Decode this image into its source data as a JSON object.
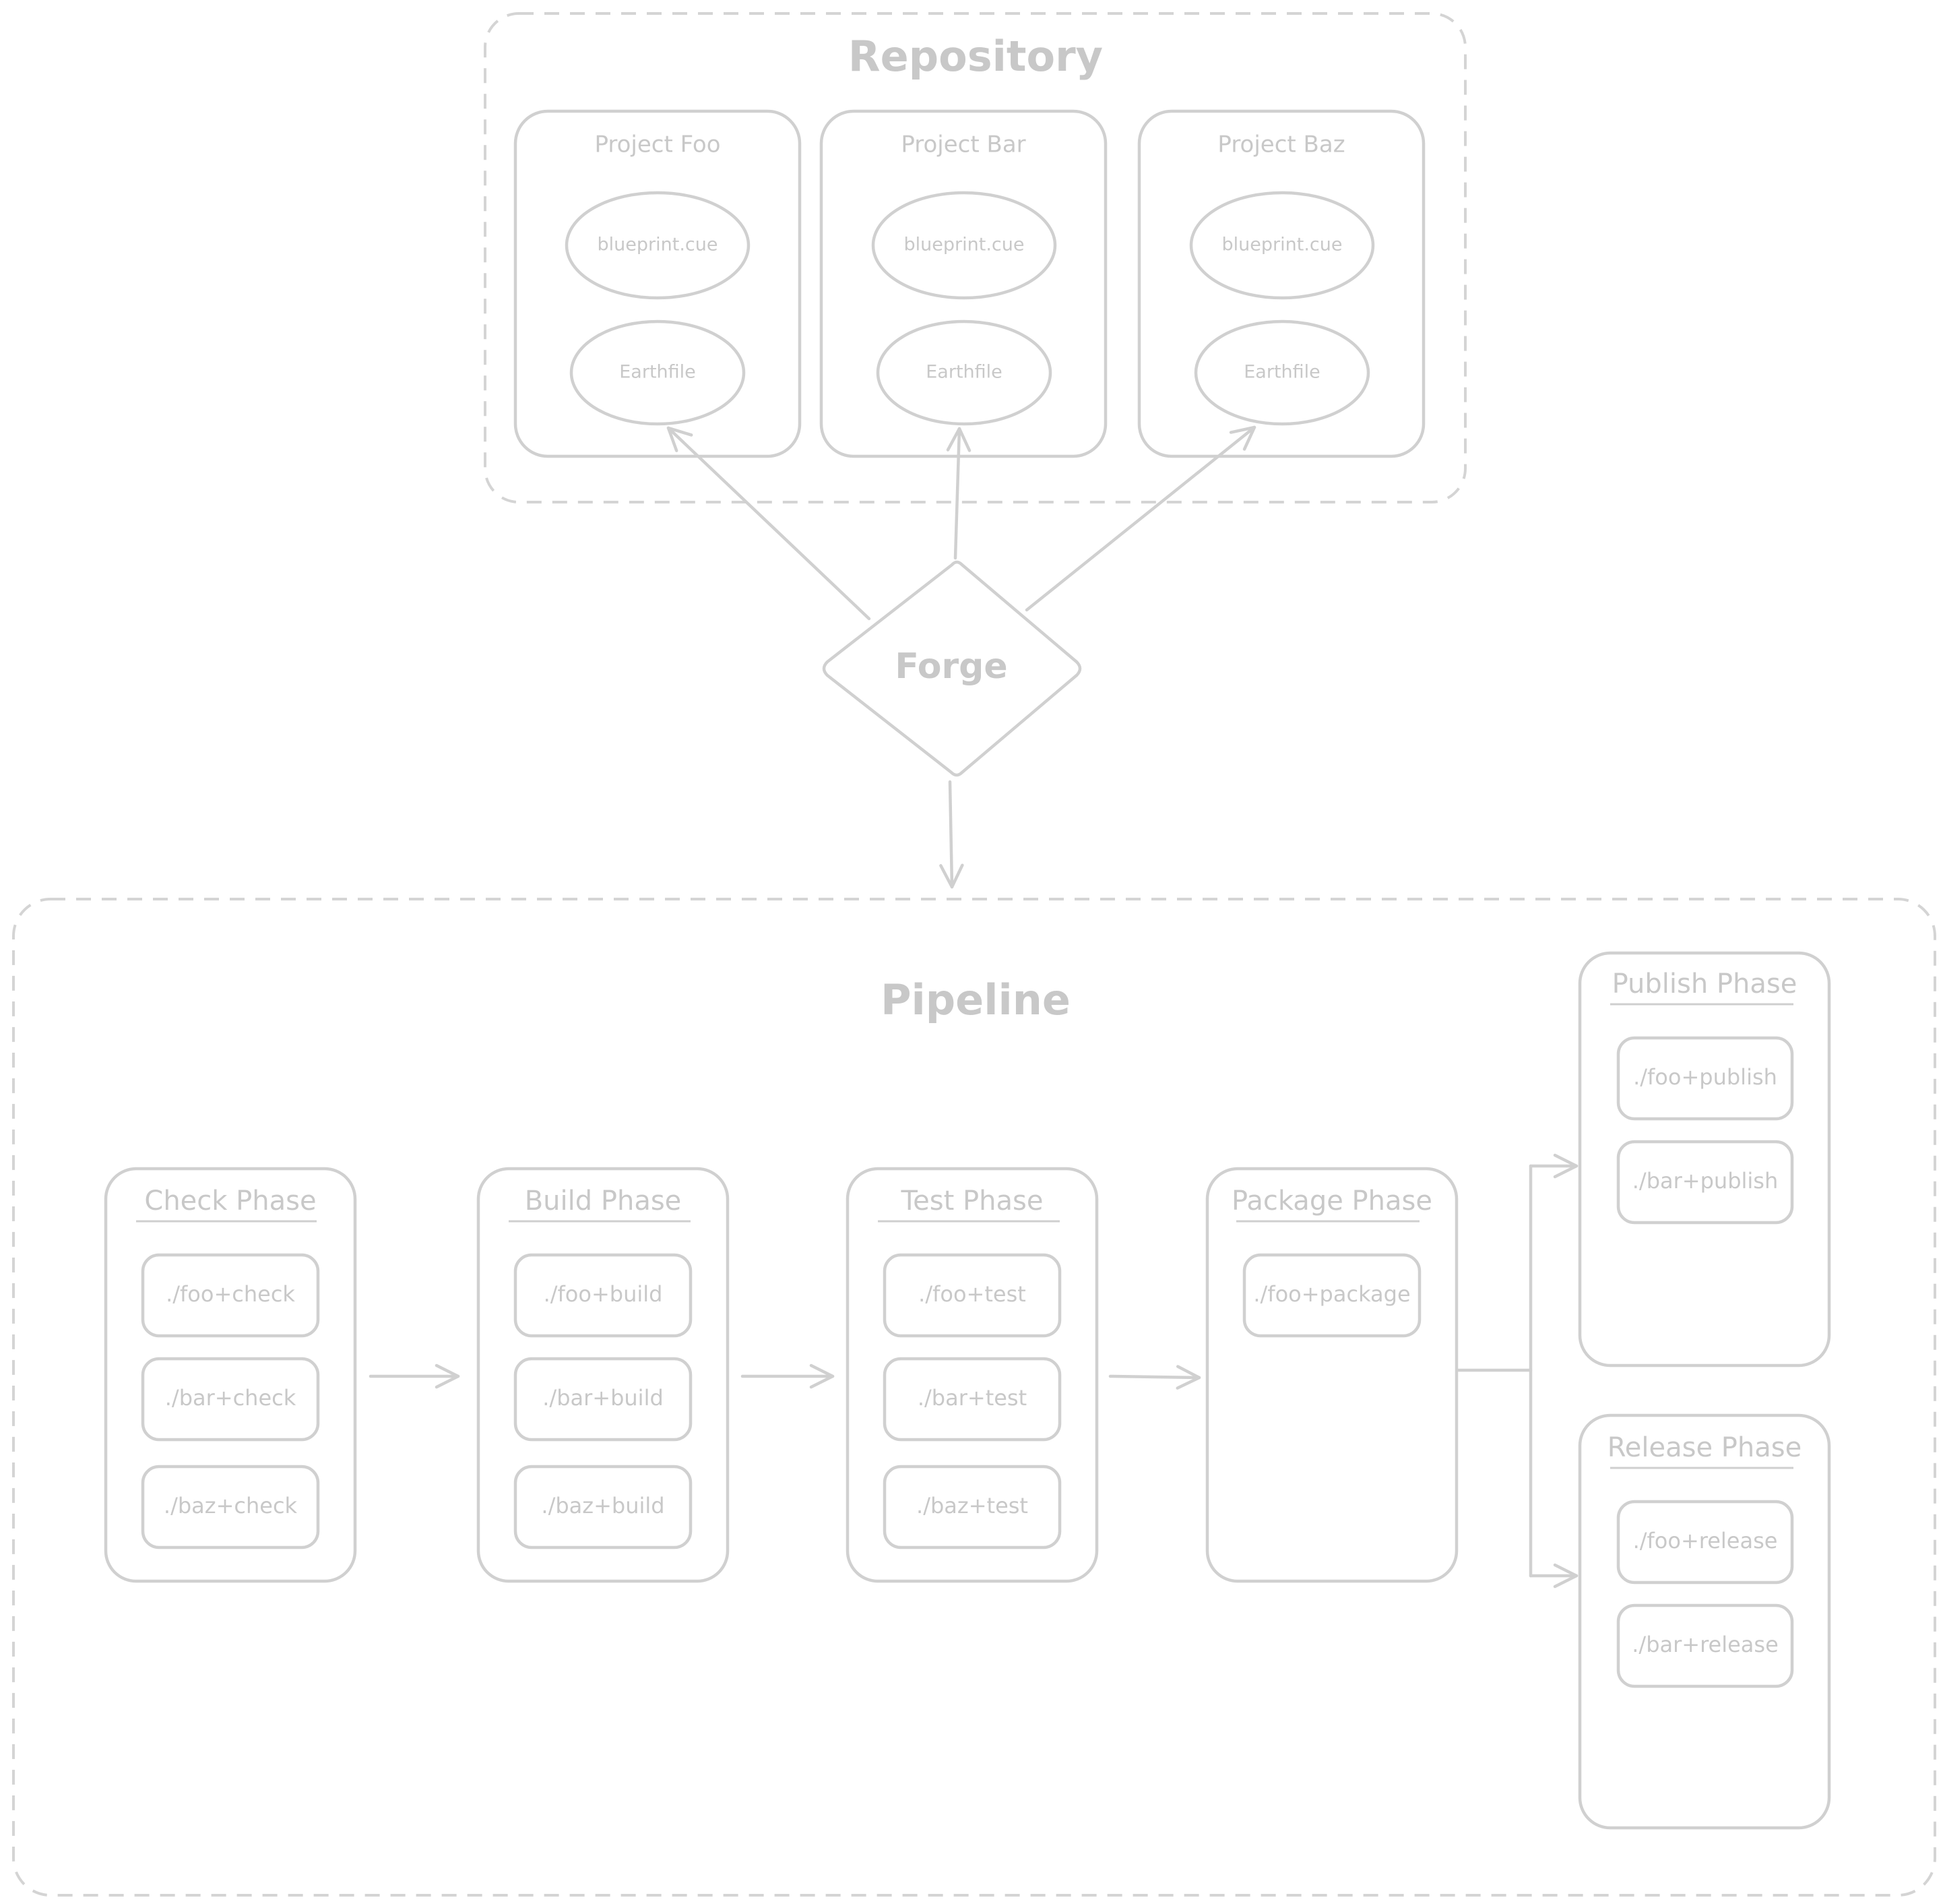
{
  "repository": {
    "title": "Repository",
    "projects": [
      {
        "name": "Project Foo",
        "files": [
          "blueprint.cue",
          "Earthfile"
        ]
      },
      {
        "name": "Project Bar",
        "files": [
          "blueprint.cue",
          "Earthfile"
        ]
      },
      {
        "name": "Project Baz",
        "files": [
          "blueprint.cue",
          "Earthfile"
        ]
      }
    ]
  },
  "forge": {
    "label": "Forge"
  },
  "pipeline": {
    "title": "Pipeline",
    "phases": [
      {
        "name": "Check Phase",
        "jobs": [
          "./foo+check",
          "./bar+check",
          "./baz+check"
        ]
      },
      {
        "name": "Build Phase",
        "jobs": [
          "./foo+build",
          "./bar+build",
          "./baz+build"
        ]
      },
      {
        "name": "Test Phase",
        "jobs": [
          "./foo+test",
          "./bar+test",
          "./baz+test"
        ]
      },
      {
        "name": "Package Phase",
        "jobs": [
          "./foo+package"
        ]
      },
      {
        "name": "Publish Phase",
        "jobs": [
          "./foo+publish",
          "./bar+publish"
        ]
      },
      {
        "name": "Release Phase",
        "jobs": [
          "./foo+release",
          "./bar+release"
        ]
      }
    ]
  },
  "colors": {
    "stroke": "#d0d0d0",
    "text": "#c8c8c8",
    "background": "#ffffff"
  }
}
